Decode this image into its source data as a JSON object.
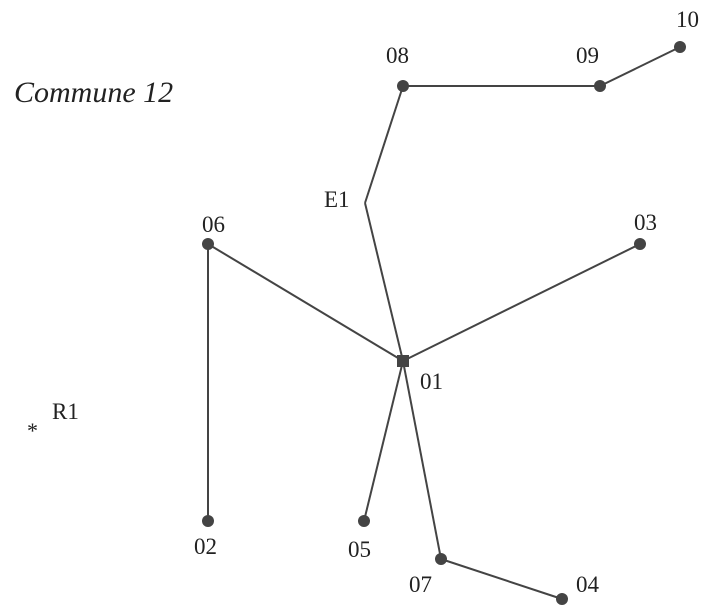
{
  "title": "Commune 12",
  "colors": {
    "line": "#444444",
    "node": "#444444",
    "text": "#222222"
  },
  "nodes": {
    "n01": {
      "label": "01",
      "shape": "square"
    },
    "n02": {
      "label": "02",
      "shape": "circle"
    },
    "n03": {
      "label": "03",
      "shape": "circle"
    },
    "n04": {
      "label": "04",
      "shape": "circle"
    },
    "n05": {
      "label": "05",
      "shape": "circle"
    },
    "n06": {
      "label": "06",
      "shape": "circle"
    },
    "n07": {
      "label": "07",
      "shape": "circle"
    },
    "n08": {
      "label": "08",
      "shape": "circle"
    },
    "n09": {
      "label": "09",
      "shape": "circle"
    },
    "n10": {
      "label": "10",
      "shape": "circle"
    },
    "e1": {
      "label": "E1",
      "shape": "none"
    },
    "r1": {
      "label": "R1",
      "marker": "*",
      "shape": "asterisk"
    }
  },
  "edges": [
    {
      "from": "01",
      "to": "E1"
    },
    {
      "from": "E1",
      "to": "08"
    },
    {
      "from": "08",
      "to": "09"
    },
    {
      "from": "09",
      "to": "10"
    },
    {
      "from": "01",
      "to": "06"
    },
    {
      "from": "06",
      "to": "02"
    },
    {
      "from": "01",
      "to": "03"
    },
    {
      "from": "01",
      "to": "05"
    },
    {
      "from": "01",
      "to": "07"
    },
    {
      "from": "07",
      "to": "04"
    }
  ]
}
